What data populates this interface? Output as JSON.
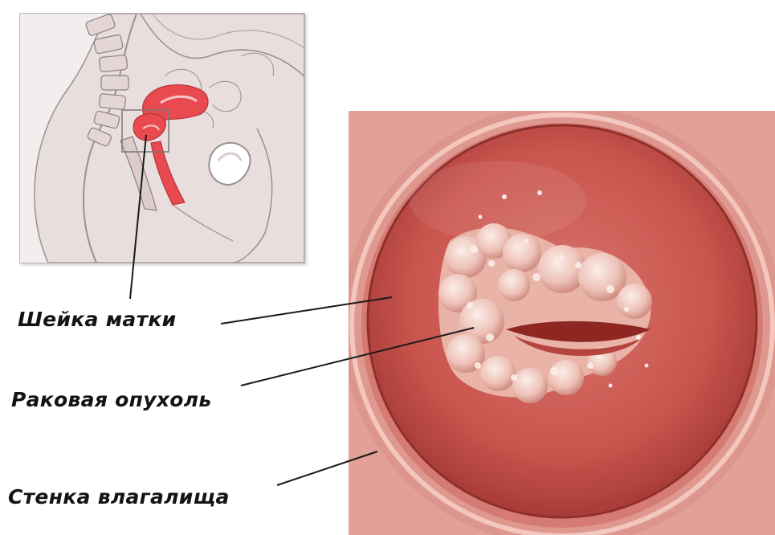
{
  "labels": {
    "cervix": "Шейка матки",
    "tumor": "Раковая опухоль",
    "vaginal_wall": "Стенка влагалища"
  },
  "colors": {
    "inset_bg": "#f3eeee",
    "anatomy_line": "#9c8f8f",
    "organ_highlight": "#e84a50",
    "tissue_pink": "#e6a29a",
    "cervix_red": "#c8554f",
    "tumor_white": "#f4ddd6",
    "leader_line": "#1a1a1a"
  }
}
